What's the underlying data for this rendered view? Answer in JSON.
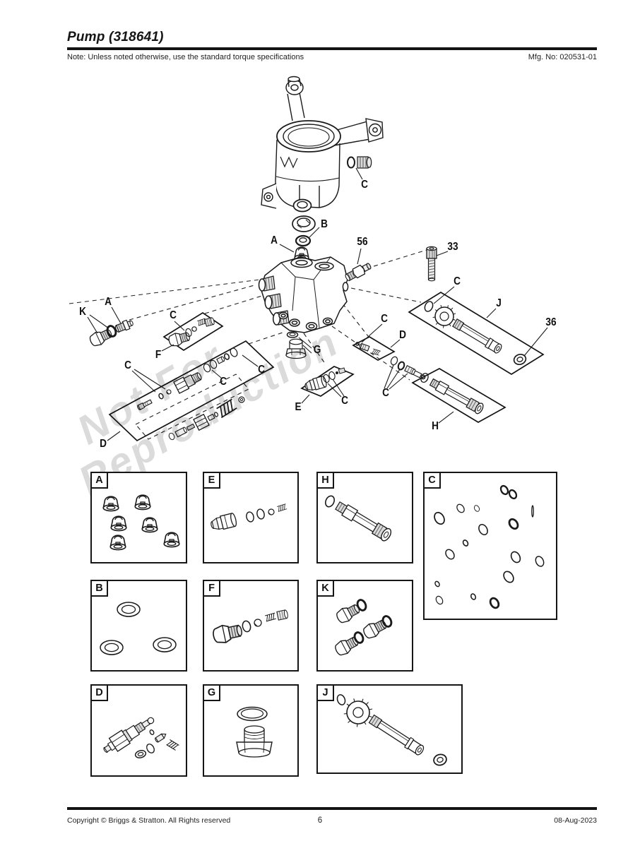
{
  "header": {
    "title": "Pump (318641)",
    "note": "Note: Unless noted otherwise, use the standard torque specifications",
    "mfg_no": "Mfg. No: 020531-01"
  },
  "watermark": {
    "line1": "Not For",
    "line2": "Reproduction"
  },
  "diagram": {
    "callouts": [
      {
        "id": "c-housing-plug",
        "text": "C"
      },
      {
        "id": "b-seal",
        "text": "B"
      },
      {
        "id": "a-valve",
        "text": "A"
      },
      {
        "id": "56",
        "text": "56"
      },
      {
        "id": "33",
        "text": "33"
      },
      {
        "id": "a-fitting",
        "text": "A"
      },
      {
        "id": "k",
        "text": "K"
      },
      {
        "id": "c-kit-f",
        "text": "C"
      },
      {
        "id": "f",
        "text": "F"
      },
      {
        "id": "c-kit-d-left",
        "text": "C"
      },
      {
        "id": "c-kit-d-mid",
        "text": "C"
      },
      {
        "id": "c-kit-d-right",
        "text": "C"
      },
      {
        "id": "d-kit",
        "text": "D"
      },
      {
        "id": "e",
        "text": "E"
      },
      {
        "id": "c-kit-e",
        "text": "C"
      },
      {
        "id": "g",
        "text": "G"
      },
      {
        "id": "c-kit-d2",
        "text": "C"
      },
      {
        "id": "d2-kit",
        "text": "D"
      },
      {
        "id": "c-orings-h",
        "text": "C"
      },
      {
        "id": "c-oring-j",
        "text": "C"
      },
      {
        "id": "j",
        "text": "J"
      },
      {
        "id": "36",
        "text": "36"
      },
      {
        "id": "h",
        "text": "H"
      }
    ]
  },
  "detail_boxes": [
    {
      "label": "A"
    },
    {
      "label": "E"
    },
    {
      "label": "H"
    },
    {
      "label": "C"
    },
    {
      "label": "B"
    },
    {
      "label": "F"
    },
    {
      "label": "K"
    },
    {
      "label": "D"
    },
    {
      "label": "G"
    },
    {
      "label": "J"
    }
  ],
  "footer": {
    "copyright": "Copyright © Briggs & Stratton. All Rights reserved",
    "page_number": "6",
    "date": "08-Aug-2023"
  }
}
